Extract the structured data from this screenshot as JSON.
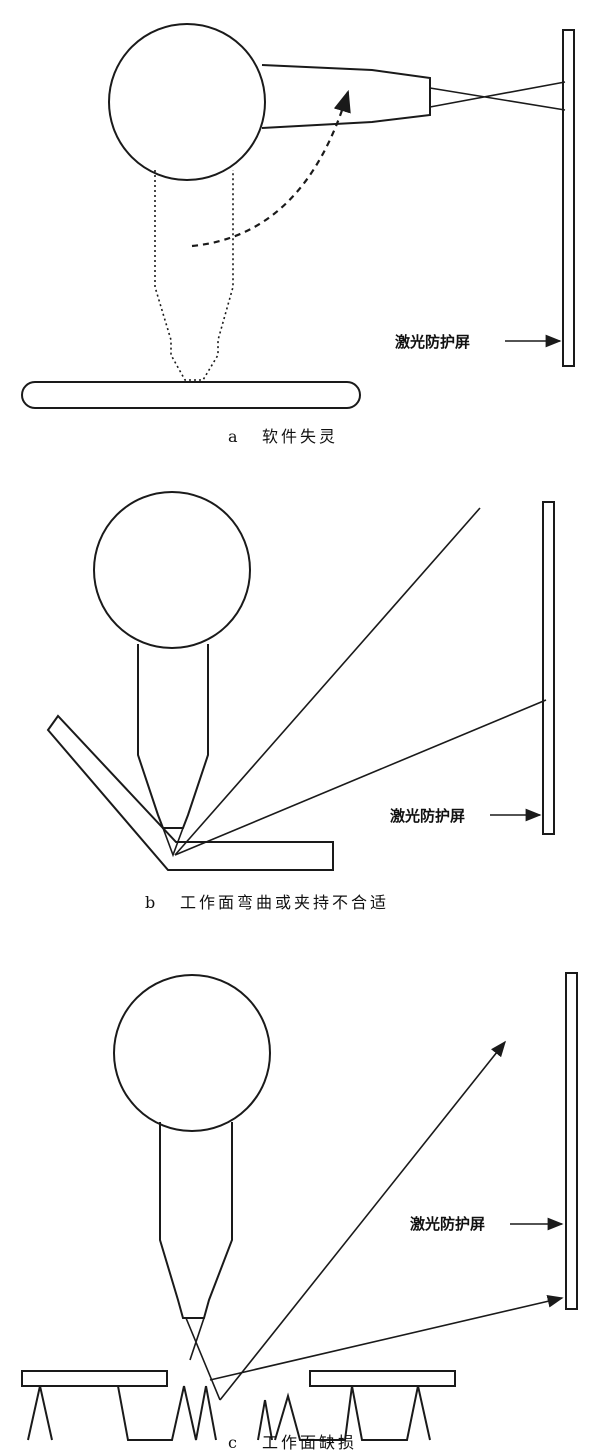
{
  "panels": [
    {
      "letter": "a",
      "caption": "软件失灵",
      "shield_label": "激光防护屏"
    },
    {
      "letter": "b",
      "caption": "工作面弯曲或夹持不合适",
      "shield_label": "激光防护屏"
    },
    {
      "letter": "c",
      "caption": "工作面缺损",
      "shield_label": "激光防护屏"
    }
  ]
}
